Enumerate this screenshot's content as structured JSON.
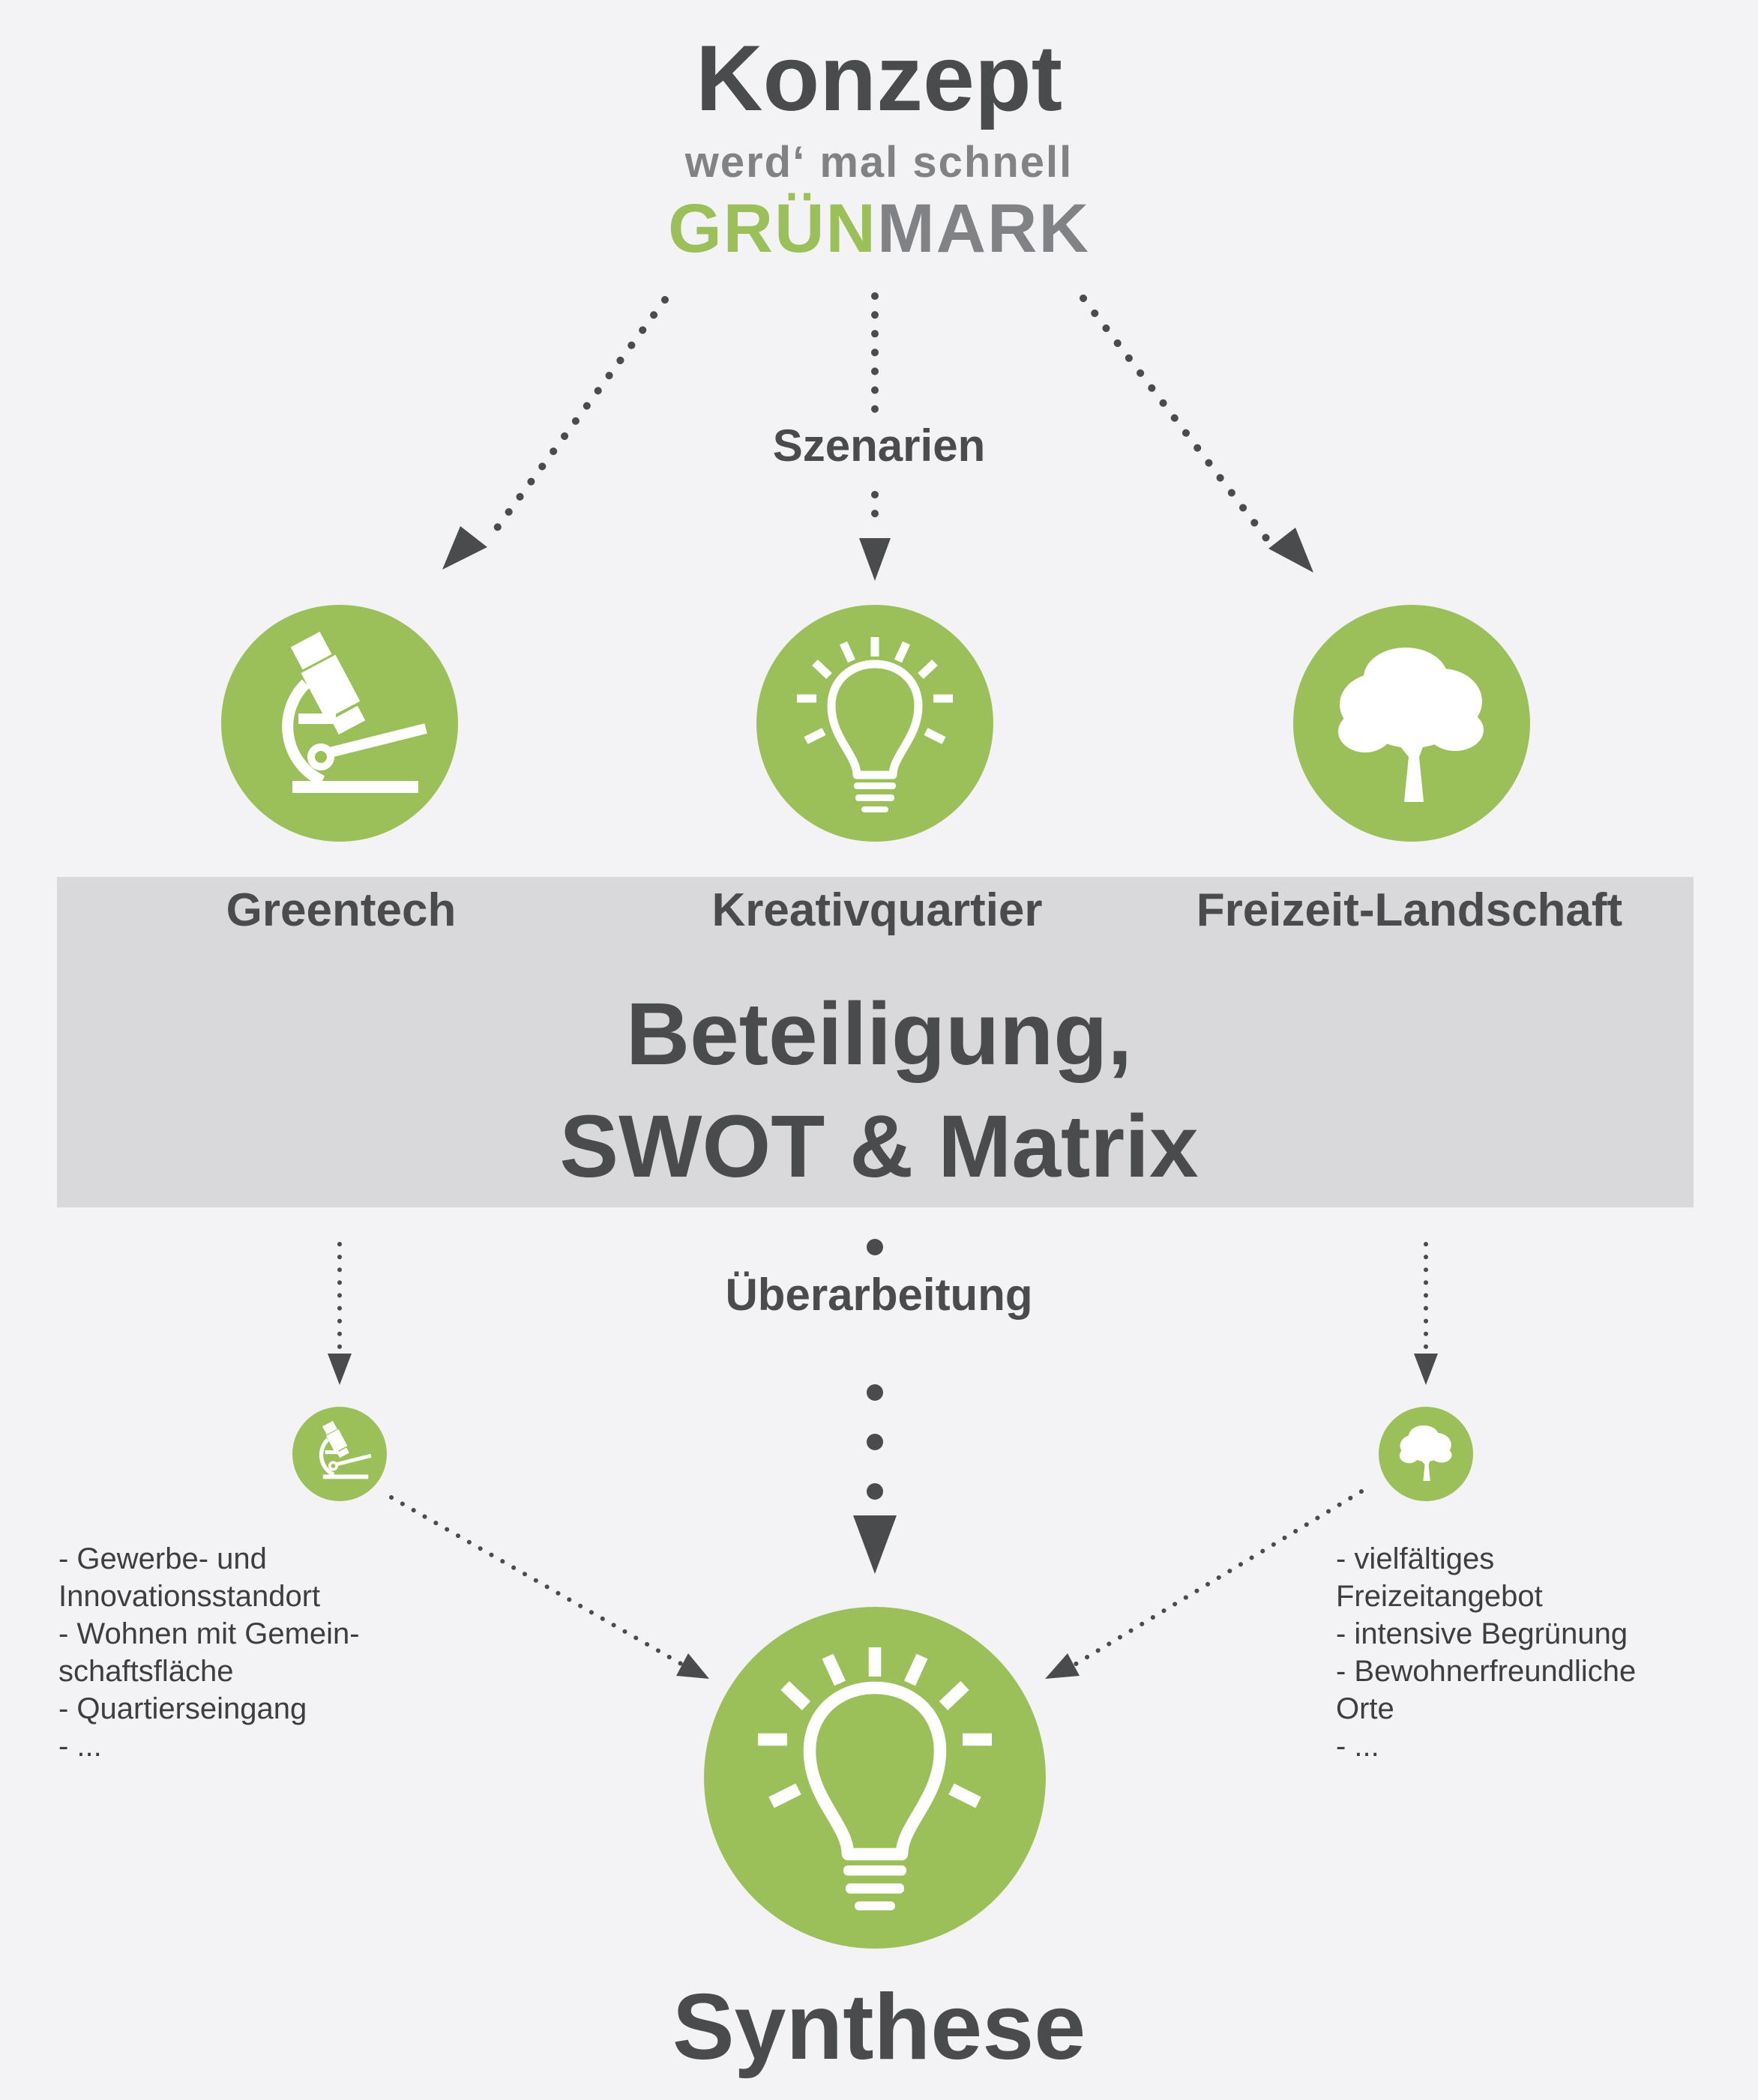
{
  "header": {
    "title": "Konzept",
    "tagline": "werd‘ mal schnell",
    "brand_green": "GRÜN",
    "brand_gray": "MARK"
  },
  "szenarien_label": "Szenarien",
  "scenarios": [
    {
      "label": "Greentech",
      "icon": "microscope-icon"
    },
    {
      "label": "Kreativquartier",
      "icon": "lightbulb-icon"
    },
    {
      "label": "Freizeit-Landschaft",
      "icon": "tree-icon"
    }
  ],
  "band": {
    "line1": "Beteiligung,",
    "line2": "SWOT & Matrix"
  },
  "ueberarbeitung_label": "Überarbeitung",
  "notes_left": [
    "- Gewerbe- und",
    "Innovationsstandort",
    "- Wohnen mit Gemein-",
    "schaftsfläche",
    "- Quartierseingang",
    "- ..."
  ],
  "notes_right": [
    "- vielfältiges",
    "Freizeitangebot",
    "- intensive Begrünung",
    "- Bewohnerfreundliche",
    "Orte",
    "- ..."
  ],
  "synthese_label": "Synthese",
  "colors": {
    "green": "#9bc05a",
    "dark": "#4a4b4d",
    "gray": "#808285",
    "band": "#d9d9db"
  }
}
